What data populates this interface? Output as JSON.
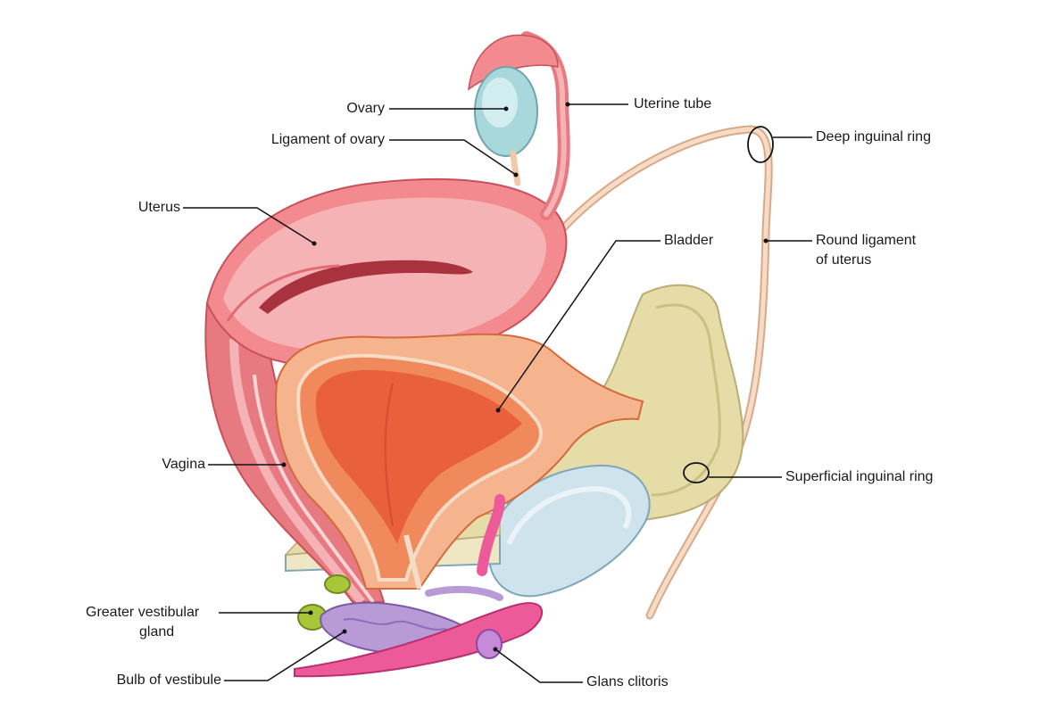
{
  "labels": {
    "ovary": "Ovary",
    "ligament_of_ovary": "Ligament of ovary",
    "uterus": "Uterus",
    "vagina": "Vagina",
    "greater_vestibular_gland_line1": "Greater vestibular",
    "greater_vestibular_gland_line2": "gland",
    "bulb_of_vestibule": "Bulb of vestibule",
    "uterine_tube": "Uterine tube",
    "deep_inguinal_ring": "Deep inguinal ring",
    "bladder": "Bladder",
    "round_ligament_line1": "Round ligament",
    "round_ligament_line2": "of uterus",
    "superficial_inguinal_ring": "Superficial inguinal ring",
    "glans_clitoris": "Glans clitoris"
  },
  "colors": {
    "uterus": "#f28a90",
    "uterus_light": "#f6b3b5",
    "bladder": "#f08a5c",
    "bladder_inner": "#e8603c",
    "ovary": "#a9d8dc",
    "bone": "#e6dca8",
    "cartilage": "#cfe3ec",
    "gland": "#a8c63a",
    "bulb": "#b79ad6",
    "clitoris": "#ec5a9a",
    "ligament": "#f0c9a8"
  }
}
